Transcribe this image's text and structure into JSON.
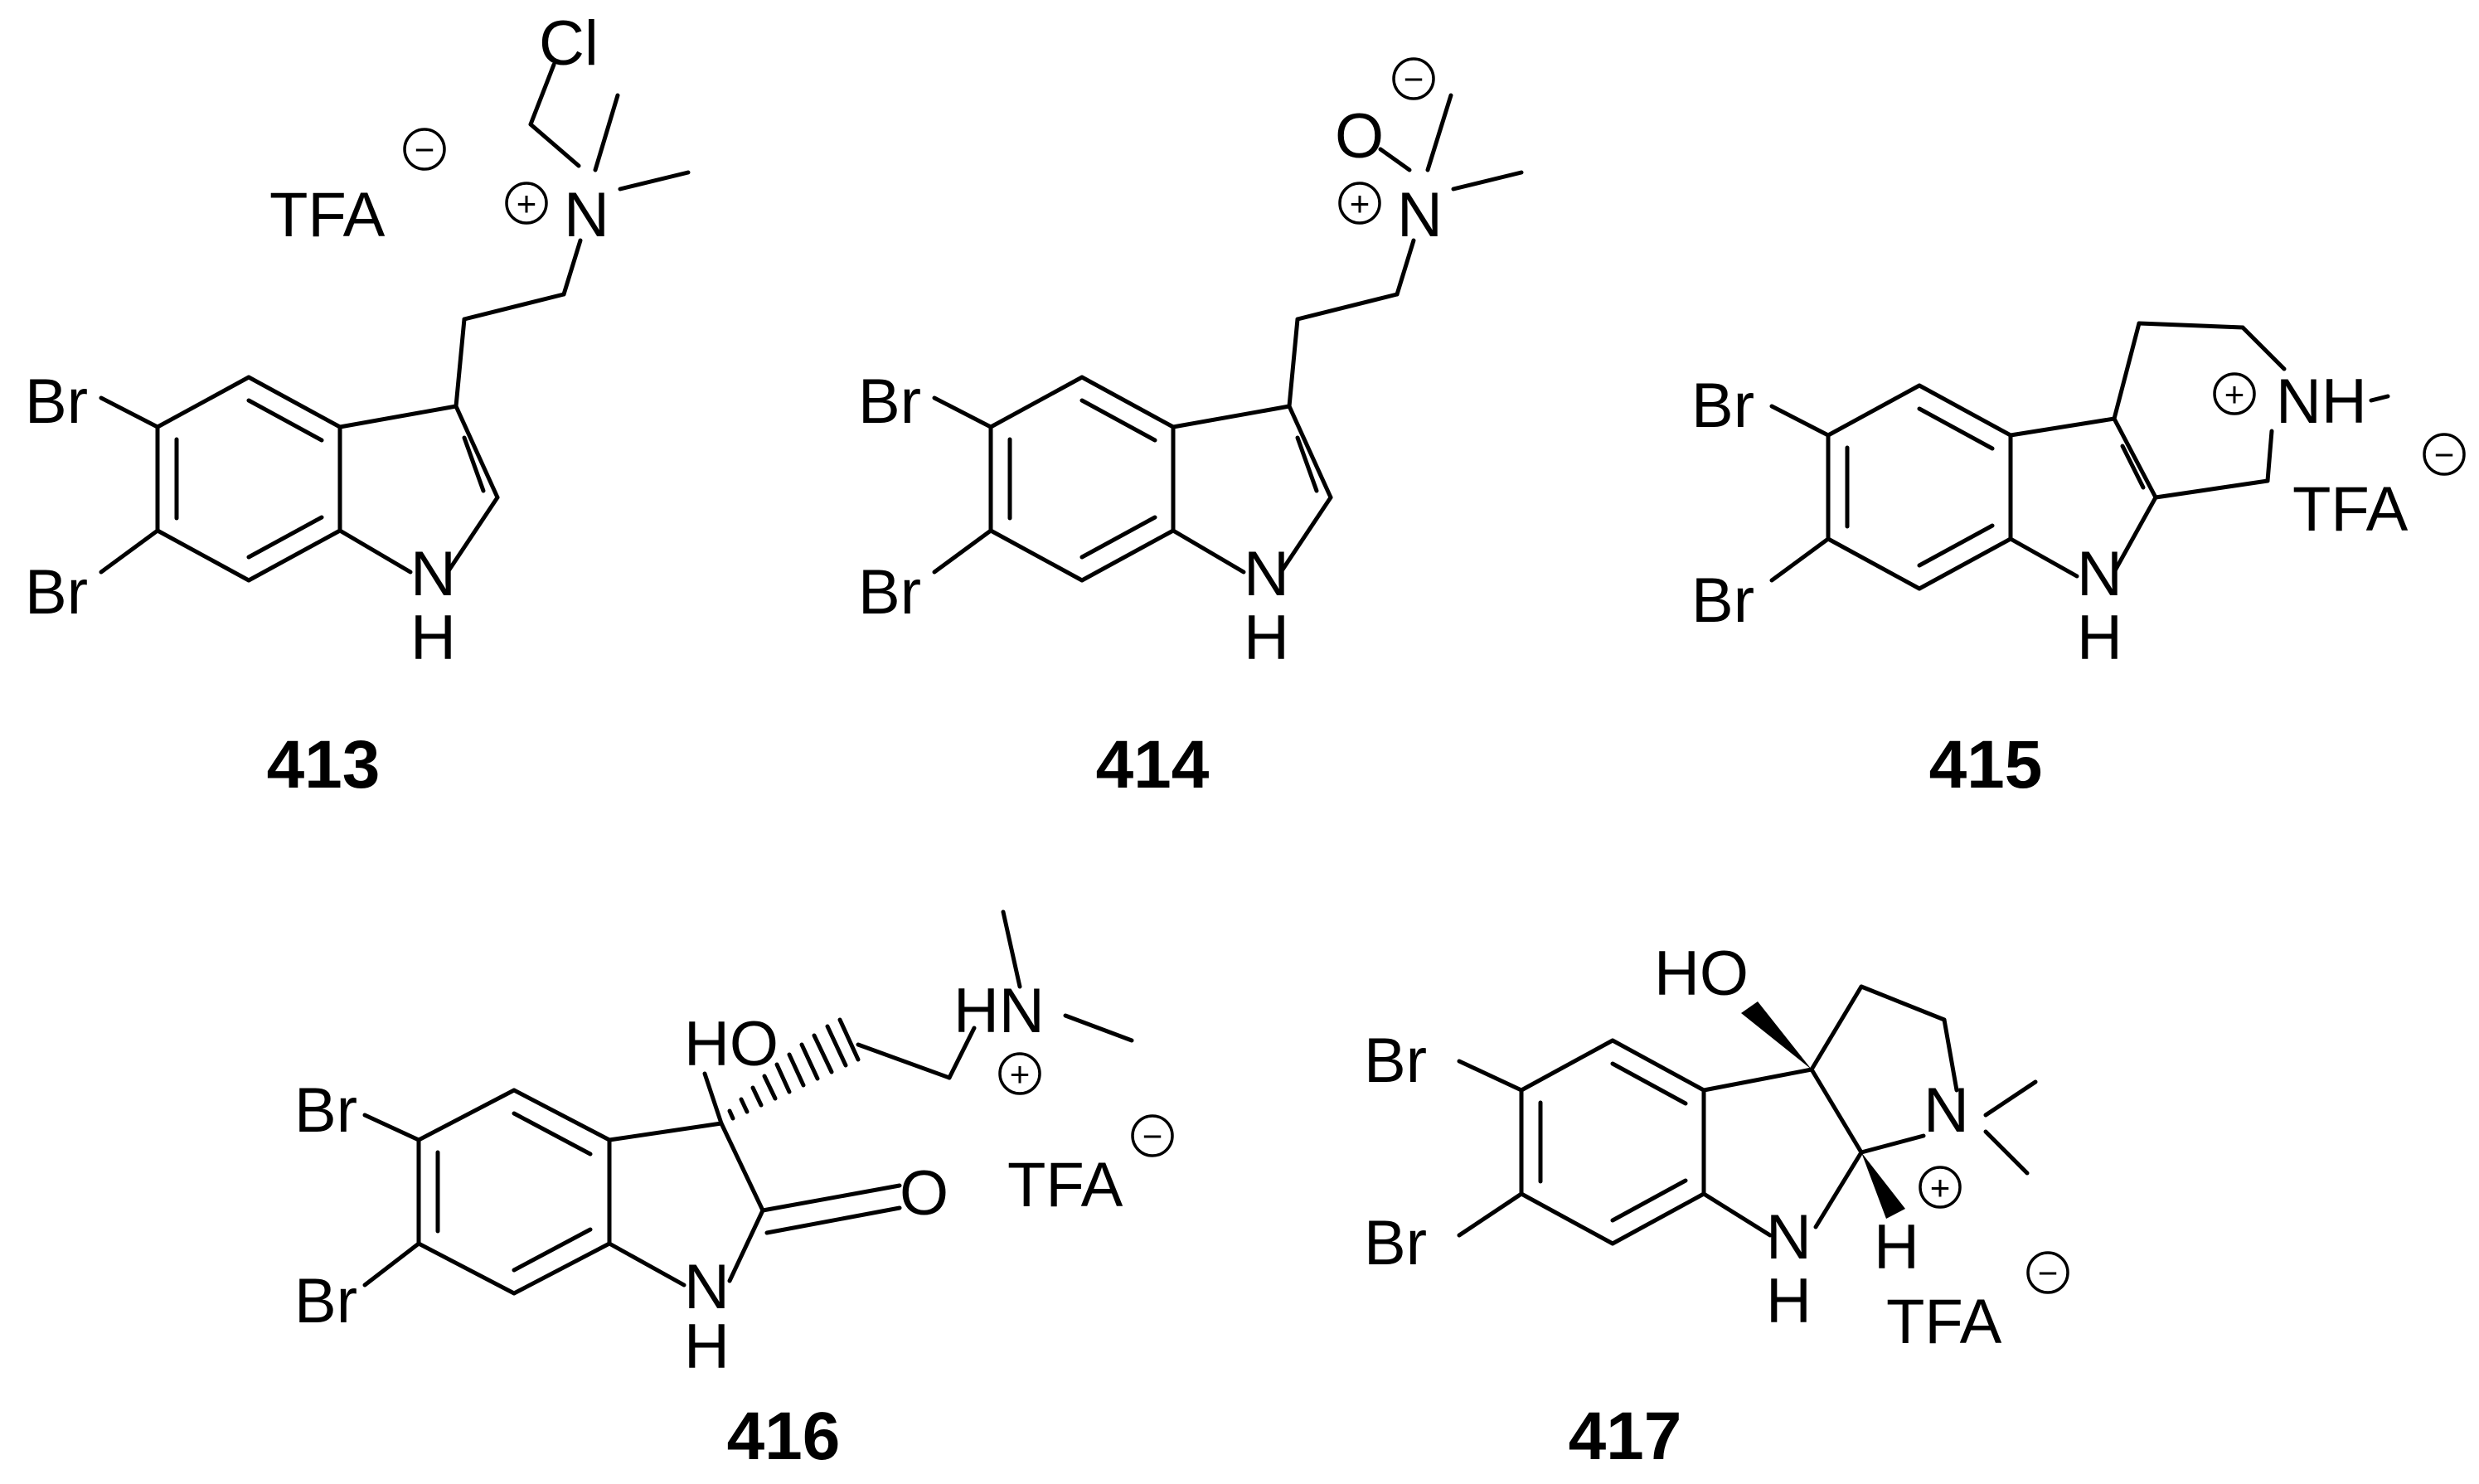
{
  "figure": {
    "compounds": [
      {
        "number": "413",
        "labels": {
          "br1": "Br",
          "br2": "Br",
          "n_ring": "N",
          "h_ring": "H",
          "n_plus": "N",
          "cl": "Cl",
          "tfa": "TFA"
        }
      },
      {
        "number": "414",
        "labels": {
          "br1": "Br",
          "br2": "Br",
          "n_ring": "N",
          "h_ring": "H",
          "n_plus": "N",
          "o": "O"
        }
      },
      {
        "number": "415",
        "labels": {
          "br1": "Br",
          "br2": "Br",
          "n_ring": "N",
          "h_ring": "H",
          "nh": "NH",
          "tfa": "TFA"
        }
      },
      {
        "number": "416",
        "labels": {
          "br1": "Br",
          "br2": "Br",
          "ho": "HO",
          "hn": "HN",
          "o": "O",
          "n_ring": "N",
          "h_ring": "H",
          "tfa": "TFA"
        }
      },
      {
        "number": "417",
        "labels": {
          "br1": "Br",
          "br2": "Br",
          "ho": "HO",
          "n_plus": "N",
          "n_ring": "N",
          "h_ring": "H",
          "h_cj": "H",
          "tfa": "TFA"
        }
      }
    ],
    "charge_symbols": {
      "plus": "+",
      "minus": "−",
      "dash": "−"
    }
  }
}
